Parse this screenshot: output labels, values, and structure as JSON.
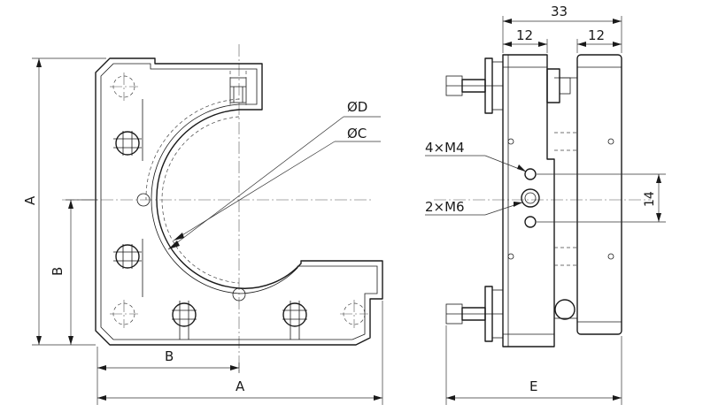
{
  "dimensions": {
    "overall_width": "33",
    "left_offset": "12",
    "right_offset": "12",
    "hole_spacing": "14",
    "front_height": "A",
    "front_half_height": "B",
    "front_half_width": "B",
    "front_width": "A",
    "side_width": "E",
    "outer_diameter": "ØD",
    "inner_diameter": "ØC",
    "small_thread": "4×M4",
    "large_thread": "2×M6"
  }
}
